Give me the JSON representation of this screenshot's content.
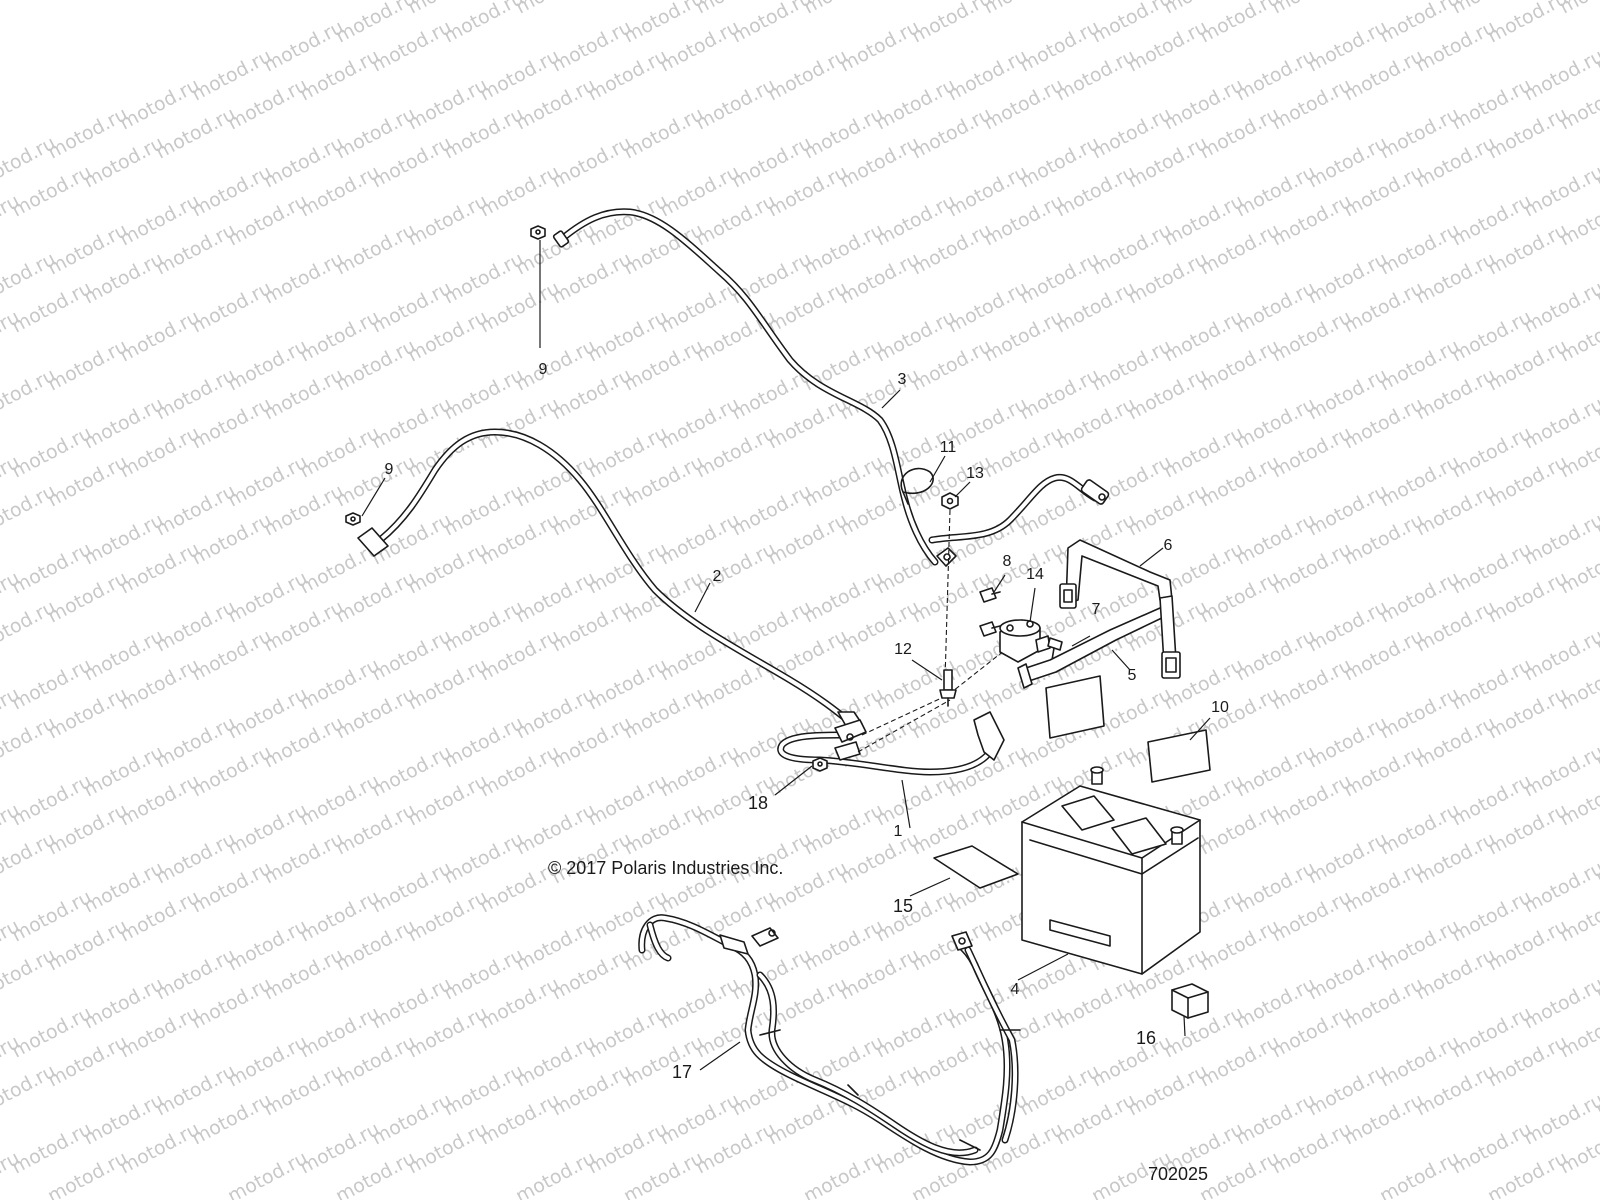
{
  "watermark": "motod.ru",
  "copyright": "© 2017 Polaris Industries Inc.",
  "diagram_number": "702025",
  "callouts": [
    {
      "id": "1",
      "label": "1"
    },
    {
      "id": "2",
      "label": "2"
    },
    {
      "id": "3",
      "label": "3"
    },
    {
      "id": "4",
      "label": "4"
    },
    {
      "id": "5",
      "label": "5"
    },
    {
      "id": "6",
      "label": "6"
    },
    {
      "id": "7",
      "label": "7"
    },
    {
      "id": "8",
      "label": "8"
    },
    {
      "id": "9a",
      "label": "9"
    },
    {
      "id": "9b",
      "label": "9"
    },
    {
      "id": "10",
      "label": "10"
    },
    {
      "id": "11",
      "label": "11"
    },
    {
      "id": "12",
      "label": "12"
    },
    {
      "id": "13",
      "label": "13"
    },
    {
      "id": "14",
      "label": "14"
    },
    {
      "id": "15",
      "label": "15"
    },
    {
      "id": "16",
      "label": "16"
    },
    {
      "id": "17",
      "label": "17"
    },
    {
      "id": "18",
      "label": "18"
    }
  ],
  "colors": {
    "line": "#1a1a1a",
    "watermark": "#c8c8c8",
    "background": "#ffffff"
  }
}
